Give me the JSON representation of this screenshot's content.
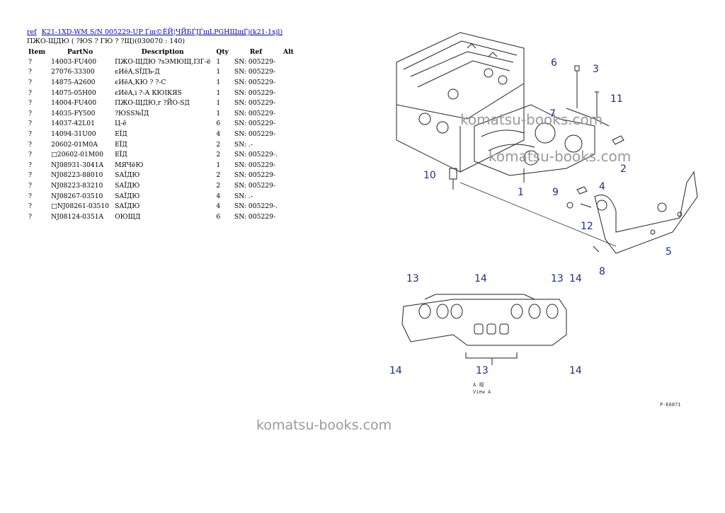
{
  "breadcrumb": {
    "root": "ref",
    "model": "K21-1XD-WM S/N 005229-UP Ґш©ЁЙ¦ЧЙБЃЈЃщLPGНЩщЃј(k21-1xjl)"
  },
  "subtitle": "ПЖО-ЩДЮ ( ?ЮS ? ГЮ ? ?Щ)(030070 : 140)",
  "table": {
    "headers": {
      "item": "Item",
      "partno": "PartNo",
      "desc": "Description",
      "qty": "Qty",
      "ref": "Ref",
      "alt": "Alt"
    },
    "rows": [
      {
        "item": "?",
        "partno": "14003-FU400",
        "desc": "ПЖО-ЩДЮ ?sЭМЮЩ,ІЗГ-ё",
        "qty": "1",
        "ref": "SN: 005229-"
      },
      {
        "item": "?",
        "partno": "27076-33300",
        "desc": "єИёА,SЇДЪ-Д",
        "qty": "1",
        "ref": "SN: 005229-"
      },
      {
        "item": "?",
        "partno": "14875-A2600",
        "desc": "єИёА,КЮ ? ?-С",
        "qty": "1",
        "ref": "SN: 005229-"
      },
      {
        "item": "?",
        "partno": "14075-05H00",
        "desc": "єИёА,і ?-А КЮІКЯS",
        "qty": "1",
        "ref": "SN: 005229-"
      },
      {
        "item": "?",
        "partno": "14004-FU400",
        "desc": "ПЖО-ЩДЮ,г ?ЙО-SД",
        "qty": "1",
        "ref": "SN: 005229-"
      },
      {
        "item": "?",
        "partno": "14035-FY500",
        "desc": "?ЮSЅ№ЇД",
        "qty": "1",
        "ref": "SN: 005229-"
      },
      {
        "item": "?",
        "partno": "14037-42L01",
        "desc": "Ц-ё",
        "qty": "6",
        "ref": "SN: 005229-"
      },
      {
        "item": "?",
        "partno": "14094-31U00",
        "desc": "ЕЇД",
        "qty": "4",
        "ref": "SN: 005229-"
      },
      {
        "item": "?",
        "partno": "20602-01M0A",
        "desc": "ЕЇД",
        "qty": "2",
        "ref": "SN: .-"
      },
      {
        "item": "?",
        "partno": "□20602-01M00",
        "desc": "ЕЇД",
        "qty": "2",
        "ref": "SN: 005229-."
      },
      {
        "item": "?",
        "partno": "NJ08931-3041A",
        "desc": "МЯЧёЮ",
        "qty": "1",
        "ref": "SN: 005229-"
      },
      {
        "item": "?",
        "partno": "NJ08223-88010",
        "desc": "SАЇДЮ",
        "qty": "2",
        "ref": "SN: 005229-"
      },
      {
        "item": "?",
        "partno": "NJ08223-83210",
        "desc": "SАЇДЮ",
        "qty": "2",
        "ref": "SN: 005229-"
      },
      {
        "item": "?",
        "partno": "NJ08267-03510",
        "desc": "SАЇДЮ",
        "qty": "4",
        "ref": "SN: .-"
      },
      {
        "item": "?",
        "partno": "□NJ08261-03510",
        "desc": "SАЇДЮ",
        "qty": "4",
        "ref": "SN: 005229-."
      },
      {
        "item": "?",
        "partno": "NJ08124-0351A",
        "desc": "ОЮЩД",
        "qty": "6",
        "ref": "SN: 005229-"
      }
    ]
  },
  "diagram": {
    "callouts": [
      "1",
      "2",
      "3",
      "4",
      "5",
      "6",
      "7",
      "8",
      "9",
      "10",
      "11",
      "12",
      "13",
      "14"
    ],
    "view_label_a": "A 視",
    "view_label": "View A",
    "figure_code": "P-E6871",
    "watermark": "komatsu-books.com"
  },
  "colors": {
    "link": "#0000cc",
    "callout": "#1a2f8a",
    "watermark": "#9a9a9a"
  }
}
